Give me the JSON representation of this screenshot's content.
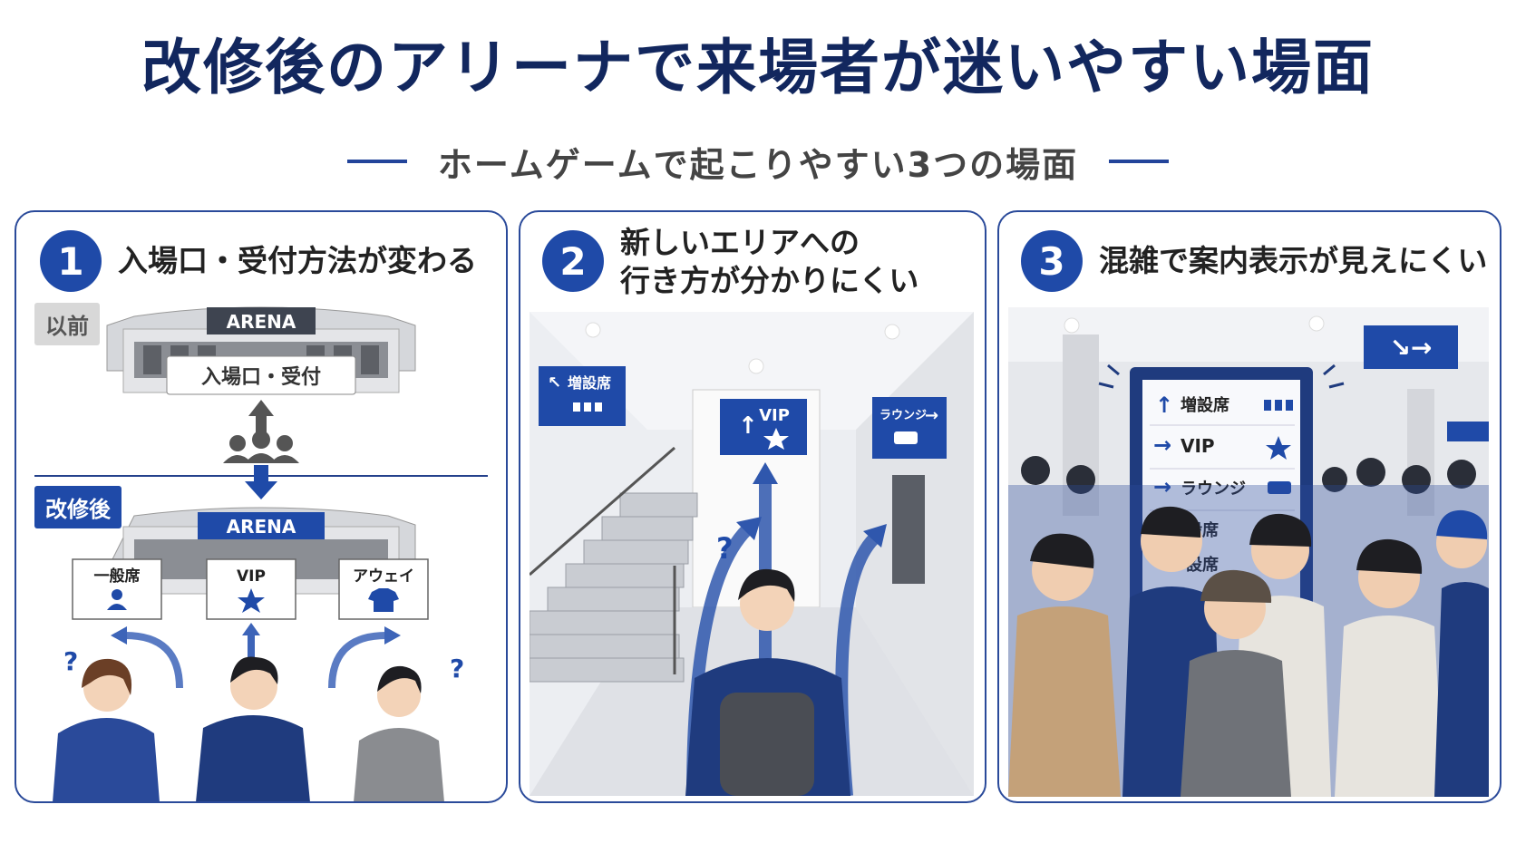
{
  "header": {
    "title": "改修後のアリーナで来場者が迷いやすい場面",
    "subtitle": "ホームゲームで起こりやすい3つの場面"
  },
  "panels": [
    {
      "number": "1",
      "title": "入場口・受付方法が変わる",
      "before_label": "以前",
      "after_label": "改修後",
      "arena_sign": "ARENA",
      "entrance_sign": "入場口・受付",
      "gates": [
        {
          "label": "一般席",
          "icon": "person-icon"
        },
        {
          "label": "VIP",
          "icon": "star-icon"
        },
        {
          "label": "アウェイ",
          "icon": "shirt-icon"
        }
      ],
      "question_mark": "?"
    },
    {
      "number": "2",
      "title_line1": "新しいエリアへの",
      "title_line2": "行き方が分かりにくい",
      "signs": {
        "left": "増設席",
        "center": "VIP",
        "right": "ラウンジ"
      },
      "question_mark": "?"
    },
    {
      "number": "3",
      "title": "混雑で案内表示が見えにくい",
      "board": [
        {
          "label": "増設席",
          "icon": "seats-icon"
        },
        {
          "label": "VIP",
          "icon": "star-icon"
        },
        {
          "label": "ラウンジ",
          "icon": "sofa-icon"
        },
        {
          "label": "般席",
          "icon": "person-icon"
        },
        {
          "label": "設席",
          "icon": "seats-icon"
        }
      ]
    }
  ],
  "colors": {
    "navy": "#12275e",
    "blue": "#1f4aa8",
    "panel_border": "#2a4a9a"
  }
}
